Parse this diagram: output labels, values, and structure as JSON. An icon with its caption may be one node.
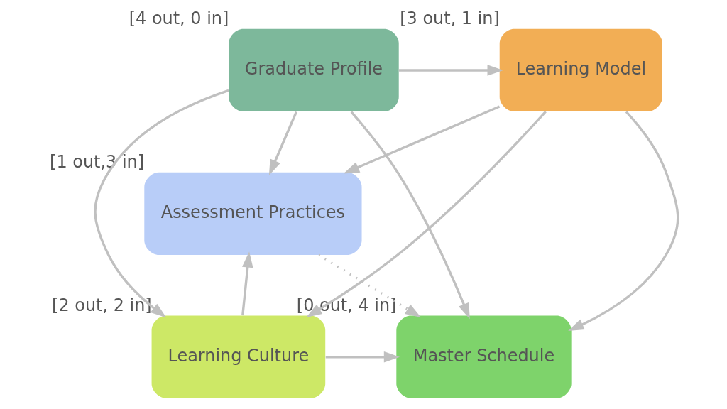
{
  "diagram": {
    "nodes": [
      {
        "text": [
          "Assessment Practices"
        ],
        "beside": [
          "[1 out,3 in]"
        ]
      },
      {
        "text": [
          "Learning Model"
        ],
        "beside": [
          "[3 out, 1 in]"
        ]
      },
      {
        "text": [
          "Graduate Profile"
        ],
        "beside": [
          "[4 out, 0 in]"
        ]
      },
      {
        "text": [
          "Learning Culture"
        ],
        "beside": [
          "[2 out, 2 in]"
        ]
      },
      {
        "text": [
          "Master Schedule"
        ],
        "beside": [
          "[0 out, 4 in]"
        ]
      }
    ],
    "edges": [
      {
        "from": 1,
        "to": 0,
        "arrow": "to"
      },
      {
        "from": 2,
        "to": 0,
        "arrow": "to"
      },
      {
        "from": 2,
        "to": 1,
        "arrow": "to"
      },
      {
        "from": 0,
        "to": 4,
        "arrow": "to",
        "style": "dashed"
      },
      {
        "from": 1,
        "to": 3,
        "arrow": "to"
      },
      {
        "from": 1,
        "to": 4,
        "arrow": "to"
      },
      {
        "from": 3,
        "to": 0,
        "arrow": "to"
      },
      {
        "from": 2,
        "to": 3,
        "arrow": "to"
      },
      {
        "from": 2,
        "to": 4,
        "arrow": "to"
      },
      {
        "from": 3,
        "to": 4,
        "arrow": "to"
      }
    ]
  }
}
